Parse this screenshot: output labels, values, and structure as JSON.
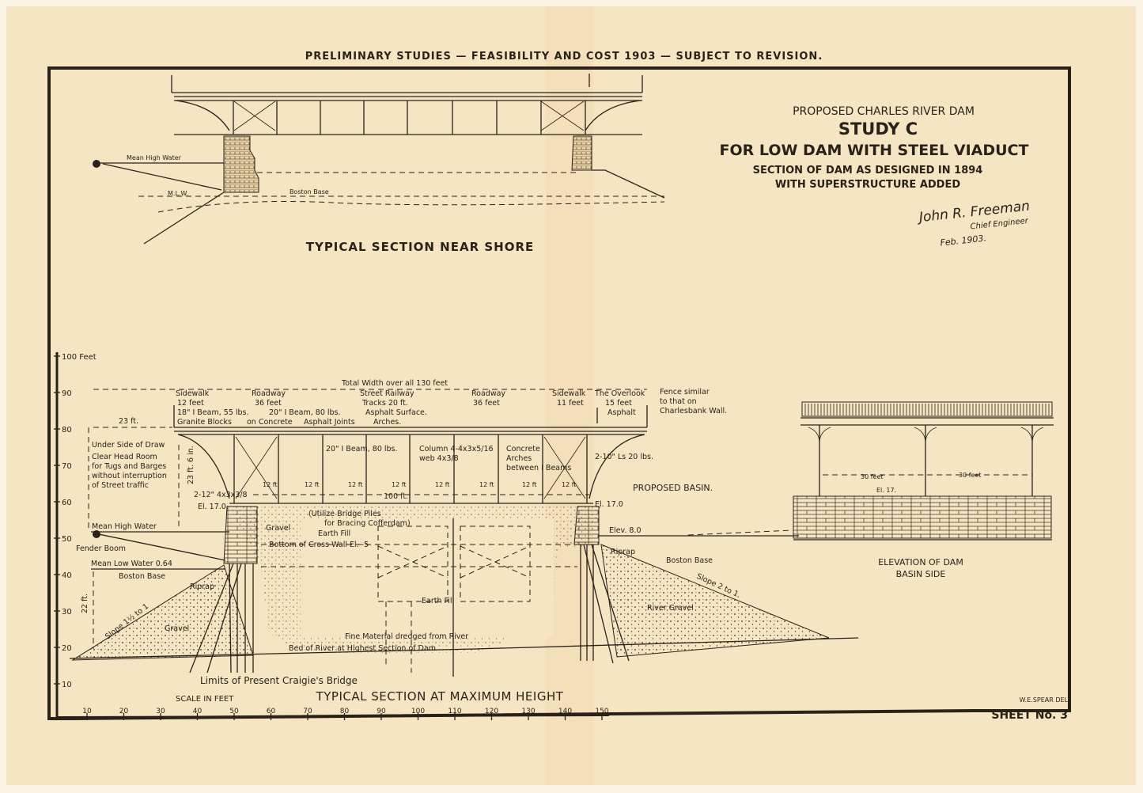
{
  "header": "PRELIMINARY  STUDIES — FEASIBILITY AND COST 1903 — SUBJECT TO REVISION.",
  "title_block": {
    "line1": "PROPOSED  CHARLES RIVER DAM",
    "line2": "STUDY C",
    "line3": "FOR LOW DAM WITH STEEL VIADUCT",
    "line4": "SECTION OF DAM AS DESIGNED IN 1894",
    "line5": "WITH SUPERSTRUCTURE  ADDED",
    "signature": "John R. Freeman",
    "signature_title": "Chief Engineer",
    "signature_date": "Feb. 1903."
  },
  "shore_section": {
    "title": "TYPICAL SECTION NEAR SHORE",
    "mean_high_water": "Mean High Water",
    "mlw": "M.L.W.",
    "boston_base": "Boston Base"
  },
  "main_section": {
    "title": "TYPICAL SECTION AT MAXIMUM HEIGHT",
    "scale_label": "SCALE   IN   FEET",
    "vertical_ticks": [
      "100 Feet",
      "90",
      "80",
      "70",
      "60",
      "50",
      "40",
      "30",
      "20",
      "10"
    ],
    "horizontal_ticks": [
      "10",
      "20",
      "30",
      "40",
      "50",
      "60",
      "70",
      "80",
      "90",
      "100",
      "110",
      "120",
      "130",
      "140",
      "150"
    ],
    "labels": {
      "total_width": "Total Width over all 130 feet",
      "sidewalk_left": "Sidewalk",
      "sidewalk_left_w": "12 feet",
      "beam18": "18\" I Beam, 55 lbs.",
      "roadway_left": "Roadway",
      "roadway_left_w": "36 feet",
      "granite": "Granite Blocks",
      "granite2": "on Concrete",
      "beam20a": "20\" I Beam, 80 lbs.",
      "asphalt_joints": "Asphalt Joints",
      "arches": "Arches.",
      "railway": "Street Railway",
      "railway_w": "Tracks 20 ft.",
      "asphalt_surface": "Asphalt Surface.",
      "roadway_right": "Roadway",
      "roadway_right_w": "36 feet",
      "sidewalk_right": "Sidewalk",
      "sidewalk_right_w": "11 feet",
      "overlook": "The Overlook",
      "overlook_w": "15 feet",
      "asphalt": "Asphalt",
      "fence1": "Fence similar",
      "fence2": "to that on",
      "fence3": "Charlesbank Wall.",
      "w23": "23 ft.",
      "under_side": "Under Side of Draw",
      "headroom1": "Clear Head Room",
      "headroom2": "for Tugs and Barges",
      "headroom3": "without interruption",
      "headroom4": "of Street traffic",
      "h23": "23 ft. 6 in.",
      "brace_left": "2-12\" 4x3x3/8",
      "beam20b": "20\" I Beam, 80 lbs.",
      "column": "Column 4-4x3x5/16",
      "column2": "web 4x3/8",
      "concrete1": "Concrete",
      "concrete2": "Arches",
      "concrete3": "between  I Beams",
      "brace_right": "2-10\" Ls 20 lbs.",
      "span": "12 ft",
      "span100": "100 ft.",
      "el17_left": "El. 17.0",
      "el17_right": "El. 17.0",
      "proposed_basin": "PROPOSED BASIN.",
      "utilize1": "(Utilize Bridge Piles",
      "utilize2": "for Bracing Cofferdam)",
      "earth_fill": "Earth Fill",
      "gravel": "Gravel",
      "cross_wall": "Bottom of Cross Wall  El. -5",
      "mean_high_water": "Mean High Water",
      "fender_boom": "Fender Boom",
      "mean_low_water": "Mean Low Water 0.64",
      "boston_base_left": "Boston Base",
      "riprap_left": "Riprap",
      "elev8": "Elev. 8.0",
      "riprap_right": "Riprap",
      "boston_base_right": "Boston Base",
      "slope_right": "Slope  2 to 1.",
      "river_gravel": "River Gravel",
      "h22": "22 ft.",
      "slope_left": "Slope 1½ to 1",
      "gravel_lower": "Gravel",
      "earth_fill_lower": "Earth    Fill",
      "fine_material": "Fine Material dredged   from River",
      "bed_of_river": "Bed of River at Highest Section    of Dam",
      "limits": "Limits  of  Present Craigie's Bridge"
    }
  },
  "elevation": {
    "title1": "ELEVATION OF DAM",
    "title2": "BASIN SIDE",
    "span_left": "30 feet",
    "span_right": "30 feet",
    "el": "El. 17."
  },
  "footer": {
    "draftsman": "W.E.SPEAR  DEL",
    "sheet": "SHEET  No. 3"
  },
  "colors": {
    "paper": "#f6e5c3",
    "ink": "#2a2218"
  }
}
